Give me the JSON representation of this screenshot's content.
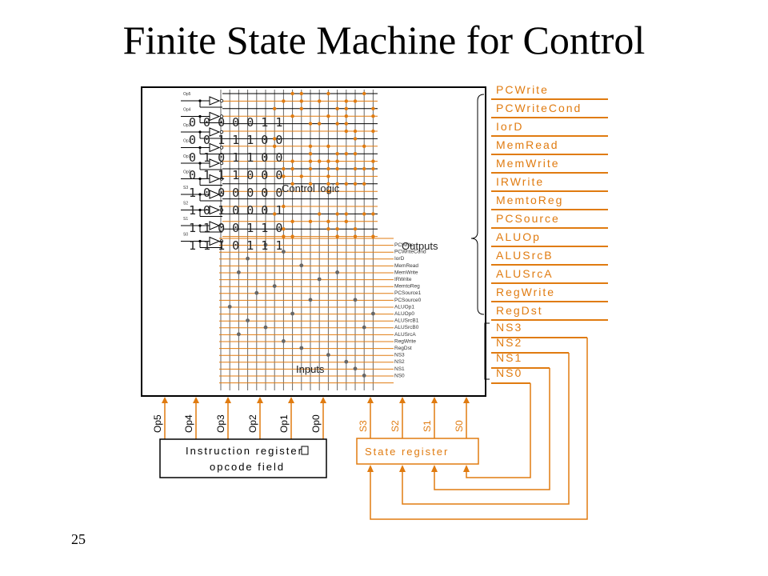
{
  "title": "Finite State Machine for Control",
  "slide_number": "25",
  "diagram": {
    "outputs": [
      "PCWrite",
      "PCWriteCond",
      "IorD",
      "MemRead",
      "MemWrite",
      "IRWrite",
      "MemtoReg",
      "PCSource",
      "ALUOp",
      "ALUSrcB",
      "ALUSrcA",
      "RegWrite",
      "RegDst"
    ],
    "next_state": [
      "NS3",
      "NS2",
      "NS1",
      "NS0"
    ],
    "opcode_inputs": [
      "Op5",
      "Op4",
      "Op3",
      "Op2",
      "Op1",
      "Op0"
    ],
    "state_inputs": [
      "S3",
      "S2",
      "S1",
      "S0"
    ],
    "instruction_register_line1": "Instruction register",
    "instruction_register_line2": "opcode field",
    "state_register": "State register",
    "control_logic": "Control logic",
    "outputs_label": "Outputs",
    "inputs_label": "Inputs",
    "bit_rows": [
      "0 0 0 0 0 1 1",
      "0 0 1 1 1 0 0",
      "0 1 0 1 1 0 0",
      "0 1 1 1 0 0 0",
      "1 0 0 0 0 0 0",
      "1 0 1 0 0 0 1",
      "1 1 0 0 1 1 0",
      "1 1 1 0 1 1 1"
    ],
    "internal_signals": [
      "PCWrite",
      "PCWriteCond",
      "IorD",
      "MemRead",
      "MemWrite",
      "IRWrite",
      "MemtoReg",
      "PCSource1",
      "PCSource0",
      "ALUOp1",
      "ALUOp0",
      "ALUSrcB1",
      "ALUSrcB0",
      "ALUSrcA",
      "RegWrite",
      "RegDst",
      "NS3",
      "NS2",
      "NS1",
      "NS0"
    ],
    "left_input_tags": [
      "Op5",
      "Op4",
      "Op3",
      "Op2",
      "Op1",
      "Op0",
      "S3",
      "S2",
      "S1",
      "S0"
    ],
    "colors": {
      "orange": "#e07b10",
      "wire_gray": "#666666",
      "black": "#000000"
    }
  }
}
